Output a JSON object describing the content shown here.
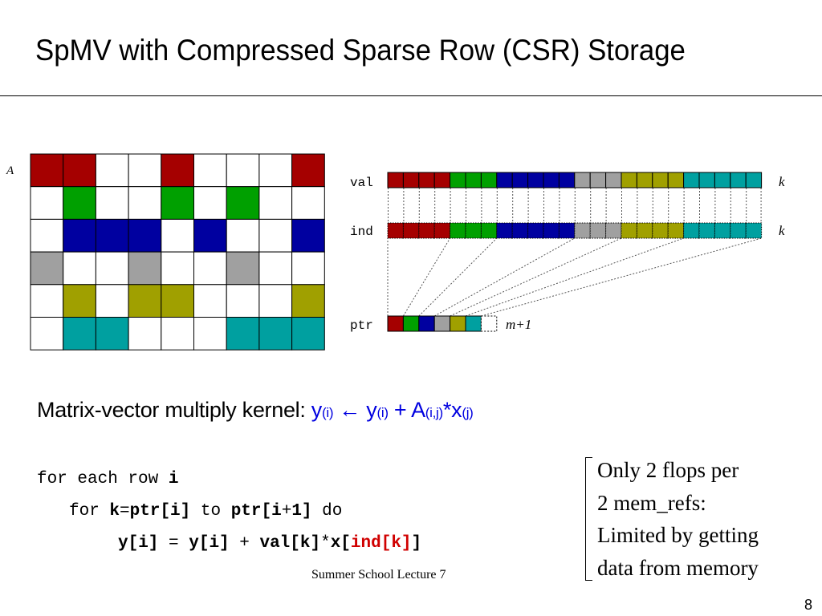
{
  "title": "SpMV with Compressed Sparse Row (CSR) Storage",
  "diagram": {
    "matrix_label": "A",
    "colors": {
      "red": "#a50000",
      "green": "#00a000",
      "blue": "#0000a0",
      "gray": "#a0a0a0",
      "olive": "#a0a000",
      "teal": "#00a0a0"
    },
    "matrix_rows": [
      [
        "red",
        "red",
        "",
        "",
        "red",
        "",
        "",
        "",
        "red"
      ],
      [
        "",
        "green",
        "",
        "",
        "green",
        "",
        "green",
        "",
        ""
      ],
      [
        "",
        "blue",
        "blue",
        "blue",
        "",
        "blue",
        "",
        "",
        "blue"
      ],
      [
        "gray",
        "",
        "",
        "gray",
        "",
        "",
        "gray",
        "",
        ""
      ],
      [
        "",
        "olive",
        "",
        "olive",
        "olive",
        "",
        "",
        "",
        "olive"
      ],
      [
        "",
        "teal",
        "teal",
        "",
        "",
        "",
        "teal",
        "teal",
        "teal"
      ]
    ],
    "val_label": "val",
    "ind_label": "ind",
    "ptr_label": "ptr",
    "val_length": "k",
    "ind_length": "k",
    "ptr_length": "m+1"
  },
  "kernel": {
    "prefix": "Matrix-vector multiply kernel: ",
    "y1": "y",
    "y1_sub": "(i)",
    "arrow": " ← ",
    "y2": "y",
    "y2_sub": "(i)",
    "plus": " + A",
    "a_sub": "(i,j)",
    "times": "*x",
    "x_sub": "(j)"
  },
  "code": {
    "line1_a": "for each row ",
    "line1_b": "i",
    "line2_a": "for ",
    "line2_b": "k",
    "line2_c": "=",
    "line2_d": "ptr[i]",
    "line2_e": " to ",
    "line2_f": "ptr[i",
    "line2_g": "+",
    "line2_h": "1]",
    "line2_i": " do",
    "line3_a": "y[i]",
    "line3_b": " = ",
    "line3_c": "y[i]",
    "line3_d": " + ",
    "line3_e": "val[k]",
    "line3_f": "*",
    "line3_g": "x[",
    "line3_h": "ind[k]",
    "line3_i": "]"
  },
  "note": {
    "line1": "Only 2 flops per",
    "line2": "2 mem_refs:",
    "line3": "Limited by getting",
    "line4": "data from memory"
  },
  "footer": "Summer School Lecture 7",
  "page_number": "8"
}
